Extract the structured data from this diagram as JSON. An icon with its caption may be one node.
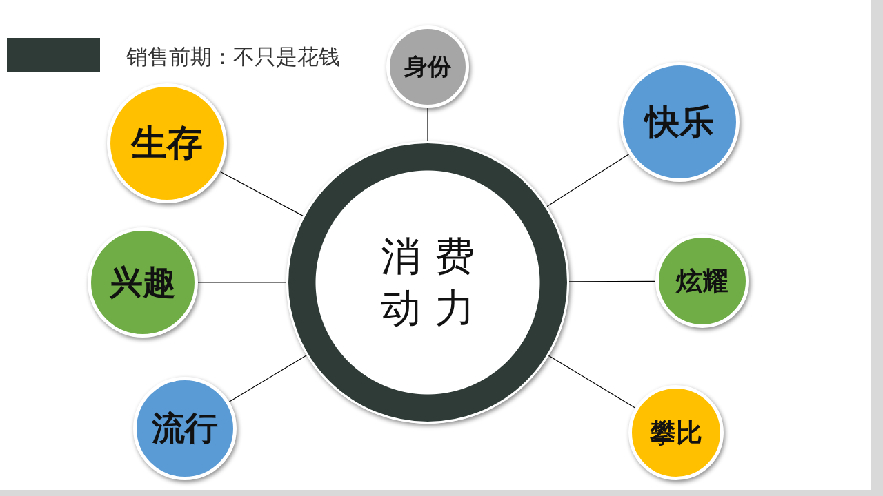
{
  "diagram": {
    "title": "销售前期：不只是花钱",
    "nodes": [
      {
        "text": [
          "消费动力"
        ]
      },
      {
        "text": [
          "身份"
        ]
      },
      {
        "text": [
          "快乐"
        ]
      },
      {
        "text": [
          "炫耀"
        ]
      },
      {
        "text": [
          "攀比"
        ]
      },
      {
        "text": [
          "流行"
        ]
      },
      {
        "text": [
          "兴趣"
        ]
      },
      {
        "text": [
          "生存"
        ]
      }
    ],
    "edges": [
      {
        "from": 0,
        "to": 1,
        "arrow": "none"
      },
      {
        "from": 0,
        "to": 2,
        "arrow": "none"
      },
      {
        "from": 0,
        "to": 3,
        "arrow": "none"
      },
      {
        "from": 0,
        "to": 4,
        "arrow": "none"
      },
      {
        "from": 0,
        "to": 5,
        "arrow": "none"
      },
      {
        "from": 0,
        "to": 6,
        "arrow": "none"
      },
      {
        "from": 0,
        "to": 7,
        "arrow": "none"
      }
    ]
  }
}
